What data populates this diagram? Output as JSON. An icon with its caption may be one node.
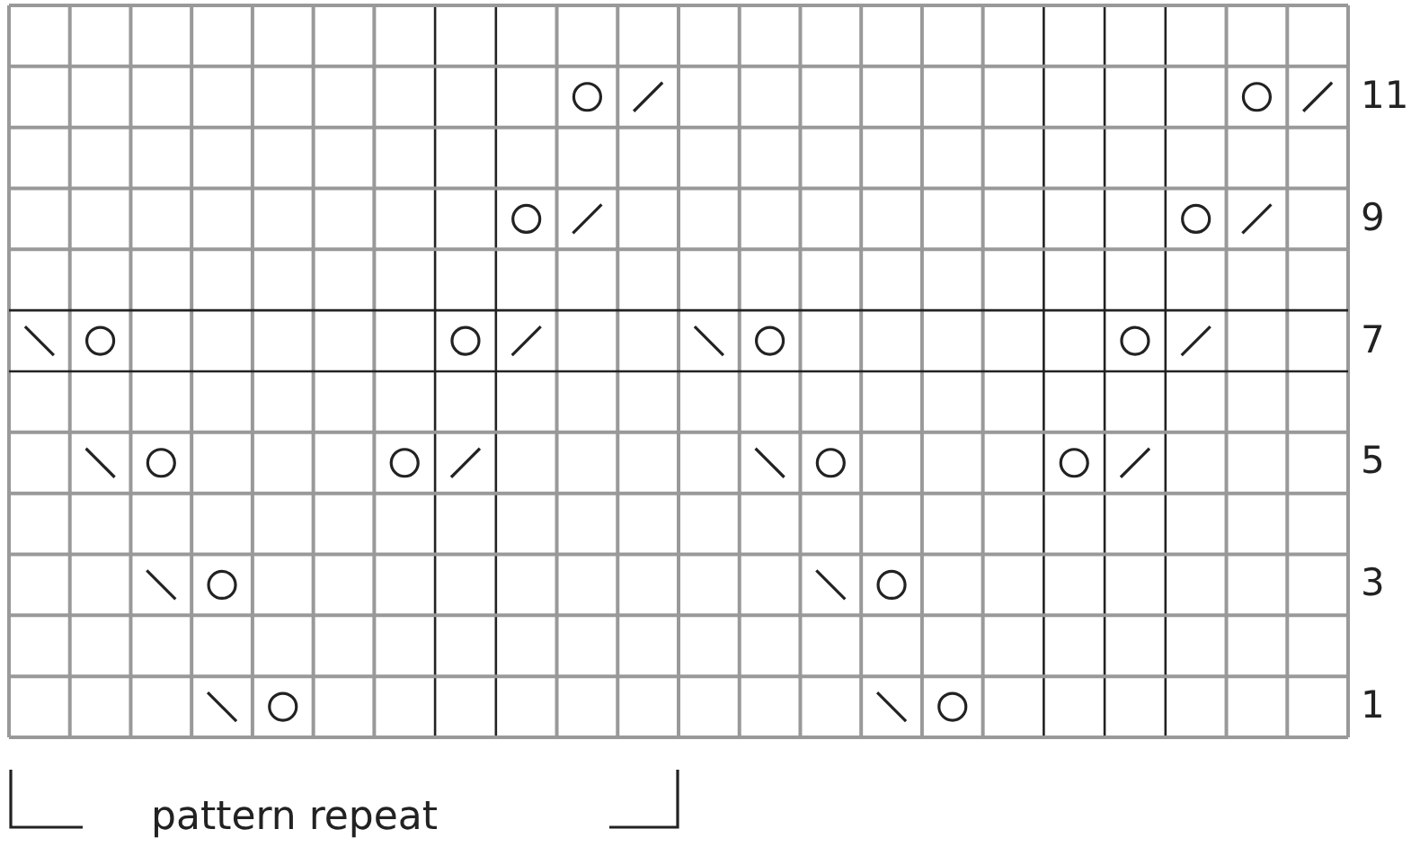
{
  "diagram": {
    "labels": [
      "11",
      "9",
      "7",
      "5",
      "3",
      "1",
      "pattern repeat"
    ]
  }
}
